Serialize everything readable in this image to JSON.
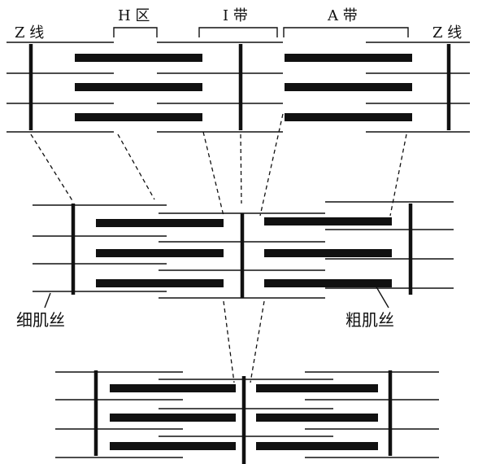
{
  "labels": {
    "z_line_left": "Z 线",
    "z_line_right": "Z 线",
    "h_zone": "H 区",
    "i_band": "I 带",
    "a_band": "A 带",
    "thin_filament": "细肌丝",
    "thick_filament": "粗肌丝"
  }
}
